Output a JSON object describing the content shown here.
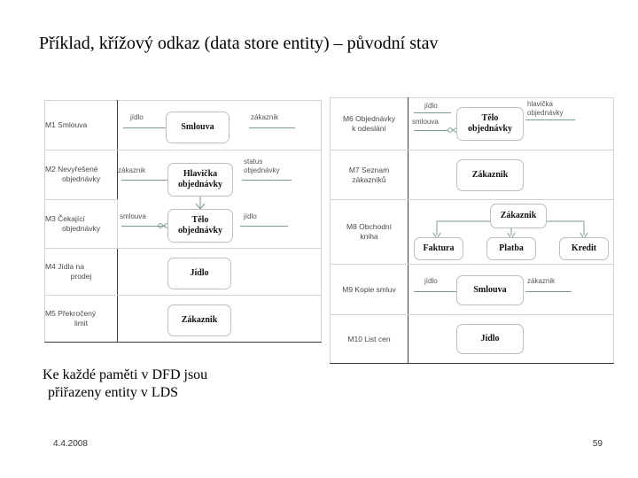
{
  "slide": {
    "title": "Příklad, křížový odkaz (data store entity) – původní stav",
    "note_line1": "Ke každé paměti v DFD jsou",
    "note_line2": "přiřazeny entity v LDS",
    "footer_date": "4.4.2008",
    "footer_page": "59"
  },
  "colors": {
    "connector": "#7d9a92",
    "entity_border": "#bdbdbd",
    "table_border": "#3a3a3a",
    "row_divider": "#d4d4d4",
    "label_text": "#4a4a4a"
  },
  "left_table": {
    "rows": [
      {
        "id": "m1",
        "label_line1": "M1 Smlouva",
        "label_line2": "",
        "entities": [
          {
            "name": "entity-smlouva",
            "line1": "Smlouva",
            "line2": ""
          }
        ],
        "link_labels": [
          "jídlo",
          "zákaznik"
        ]
      },
      {
        "id": "m2",
        "label_line1": "M2 Nevyřešené",
        "label_line2": "objednávky",
        "entities": [
          {
            "name": "entity-hlavicka-objednavky",
            "line1": "Hlavička",
            "line2": "objednávky"
          }
        ],
        "link_labels": [
          "zákaznik",
          "status objednávky"
        ]
      },
      {
        "id": "m3",
        "label_line1": "M3 Čekající",
        "label_line2": "objednávky",
        "entities": [
          {
            "name": "entity-telo-objednavky",
            "line1": "Tělo",
            "line2": "objednávky"
          }
        ],
        "link_labels": [
          "smlouva",
          "jídlo"
        ]
      },
      {
        "id": "m4",
        "label_line1": "M4 Jídla na",
        "label_line2": "prodej",
        "entities": [
          {
            "name": "entity-jidlo",
            "line1": "Jídlo",
            "line2": ""
          }
        ],
        "link_labels": []
      },
      {
        "id": "m5",
        "label_line1": "M5 Překročený",
        "label_line2": "limit",
        "entities": [
          {
            "name": "entity-zakaznik",
            "line1": "Zákaznik",
            "line2": ""
          }
        ],
        "link_labels": []
      }
    ]
  },
  "right_table": {
    "rows": [
      {
        "id": "m6",
        "label_line1": "M6 Objednávky",
        "label_line2": "k odeslání",
        "entities": [
          {
            "name": "entity-telo-objednavky",
            "line1": "Tělo",
            "line2": "objednávky"
          }
        ],
        "link_labels": [
          "jídlo",
          "smlouva",
          "hlavička objednávky"
        ]
      },
      {
        "id": "m7",
        "label_line1": "M7 Seznam",
        "label_line2": "zákazníků",
        "entities": [
          {
            "name": "entity-zakaznik",
            "line1": "Zákaznik",
            "line2": ""
          }
        ],
        "link_labels": []
      },
      {
        "id": "m8",
        "label_line1": "M8 Obchodní",
        "label_line2": "kniha",
        "entities": [
          {
            "name": "entity-zakaznik",
            "line1": "Zákaznik",
            "line2": ""
          },
          {
            "name": "entity-faktura",
            "line1": "Faktura",
            "line2": ""
          },
          {
            "name": "entity-platba",
            "line1": "Platba",
            "line2": ""
          },
          {
            "name": "entity-kredit",
            "line1": "Kredit",
            "line2": ""
          }
        ],
        "link_labels": []
      },
      {
        "id": "m9",
        "label_line1": "M9 Kopie smluv",
        "label_line2": "",
        "entities": [
          {
            "name": "entity-smlouva",
            "line1": "Smlouva",
            "line2": ""
          }
        ],
        "link_labels": [
          "jídlo",
          "zákaznik"
        ]
      },
      {
        "id": "m10",
        "label_line1": "M10 List cen",
        "label_line2": "",
        "entities": [
          {
            "name": "entity-jidlo",
            "line1": "Jídlo",
            "line2": ""
          }
        ],
        "link_labels": []
      }
    ]
  }
}
